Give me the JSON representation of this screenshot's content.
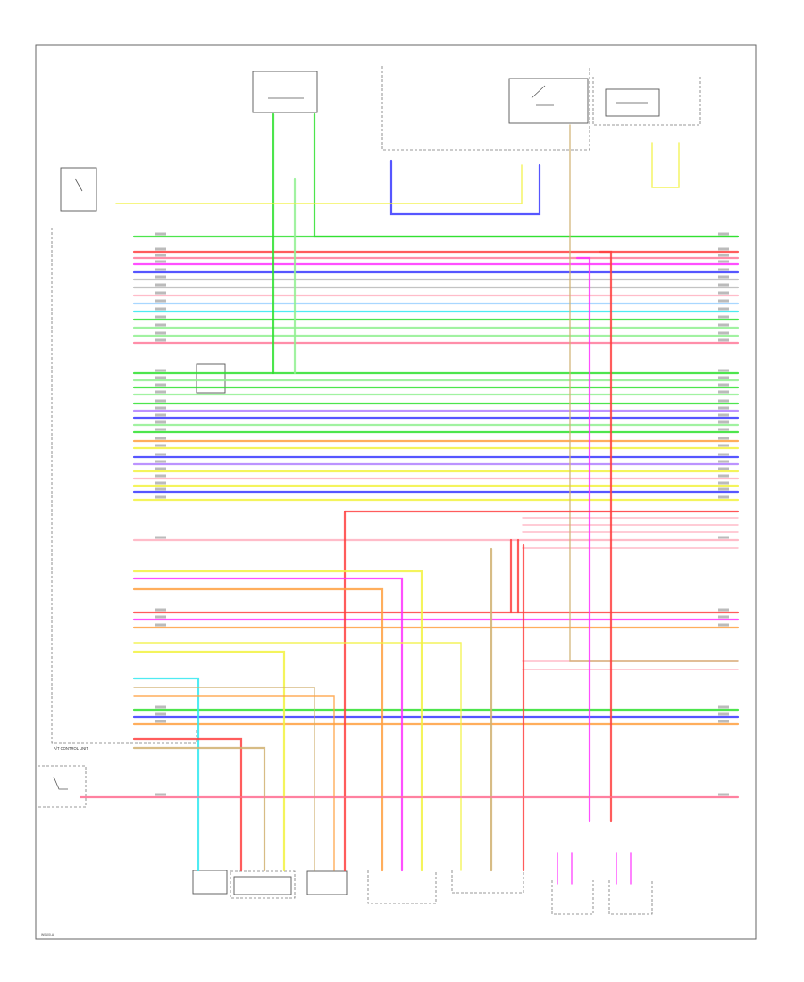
{
  "colors": {
    "green": "#2ee02e",
    "red": "#ff4040",
    "pink": "#ff7a9a",
    "blue": "#3838ff",
    "magenta": "#ff30ff",
    "cyan": "#30e8f0",
    "yellow": "#f2f240",
    "orange": "#ffa040",
    "lightgreen": "#90f090",
    "violet": "#b080ff",
    "tan": "#d0b070",
    "gray": "#b8b8b8",
    "lightpink": "#ffb0c0",
    "lightblue": "#9ad0ff",
    "darkgray": "#777777"
  },
  "labels": {
    "page_ref": "W0100-A",
    "control_unit_label": "A/T CONTROL UNIT"
  },
  "components": [
    {
      "id": "top-fuse-box"
    },
    {
      "id": "top-switch-box"
    },
    {
      "id": "top-right-relay"
    },
    {
      "id": "left-sensor-top"
    },
    {
      "id": "mid-sensor-box"
    },
    {
      "id": "left-sensor-bottom"
    },
    {
      "id": "bottom-comp-1"
    },
    {
      "id": "bottom-comp-2"
    },
    {
      "id": "bottom-comp-3"
    },
    {
      "id": "bottom-comp-4"
    },
    {
      "id": "bottom-comp-5"
    },
    {
      "id": "bottom-comp-6"
    },
    {
      "id": "bottom-comp-7"
    }
  ]
}
